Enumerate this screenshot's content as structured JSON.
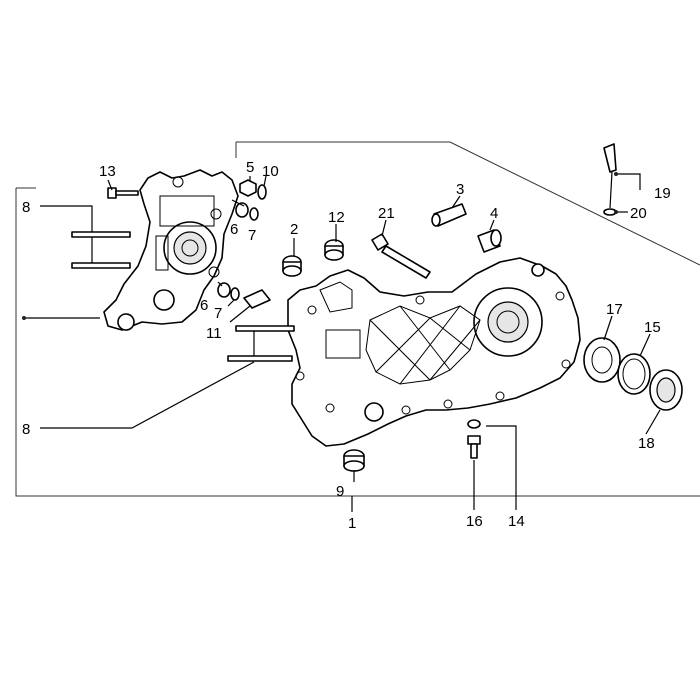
{
  "callouts": {
    "c1": "1",
    "c2": "2",
    "c3": "3",
    "c4": "4",
    "c5": "5",
    "c6a": "6",
    "c6b": "6",
    "c7a": "7",
    "c7b": "7",
    "c8a": "8",
    "c8b": "8",
    "c9": "9",
    "c10": "10",
    "c11": "11",
    "c12": "12",
    "c13": "13",
    "c14": "14",
    "c15": "15",
    "c16": "16",
    "c17": "17",
    "c18": "18",
    "c19": "19",
    "c20": "20",
    "c21": "21"
  },
  "colors": {
    "line": "#000000",
    "background": "#ffffff",
    "shade": "#e6e6e6"
  }
}
